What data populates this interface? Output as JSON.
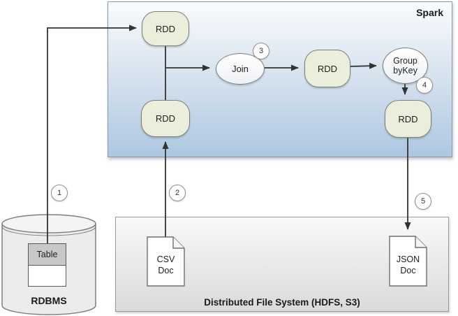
{
  "spark": {
    "label": "Spark",
    "rdd1": "RDD",
    "rdd2": "RDD",
    "rdd3": "RDD",
    "rdd4": "RDD",
    "join": "Join",
    "group_by_key": "Group\nbyKey"
  },
  "rdbms": {
    "label": "RDBMS",
    "table": "Table"
  },
  "dfs": {
    "label": "Distributed File System (HDFS, S3)",
    "csv_doc": "CSV\nDoc",
    "json_doc": "JSON\nDoc"
  },
  "steps": {
    "s1": "1",
    "s2": "2",
    "s3": "3",
    "s4": "4",
    "s5": "5"
  },
  "colors": {
    "text-color": "#1f1f1f",
    "spark-border": "#8b98a5",
    "spark-top": "#fafcfd",
    "spark-mid": "#d9e4ef",
    "spark-bottom": "#adc7e1",
    "node-fill": "#eaeeda",
    "node-border": "#7e7e7e",
    "ellipse-fill-top": "#ffffff",
    "ellipse-fill-bottom": "#eef1f4",
    "arrow-color": "#333333",
    "badge-fill": "#ffffff",
    "badge-border": "#8f8f8f",
    "rdbms-fill": "#ececec",
    "rdbms-top-fill": "#f4f4f4",
    "rdbms-border": "#7f7f7f",
    "table-header": "#c8c8c8",
    "table-border": "#595959",
    "dfs-top": "#f9f9f9",
    "dfs-bottom": "#dadada",
    "dfs-border": "#9b9b9b",
    "doc-fill": "#ffffff",
    "doc-fold-fill": "#f5f5f5",
    "doc-border": "#6e6e6e"
  }
}
